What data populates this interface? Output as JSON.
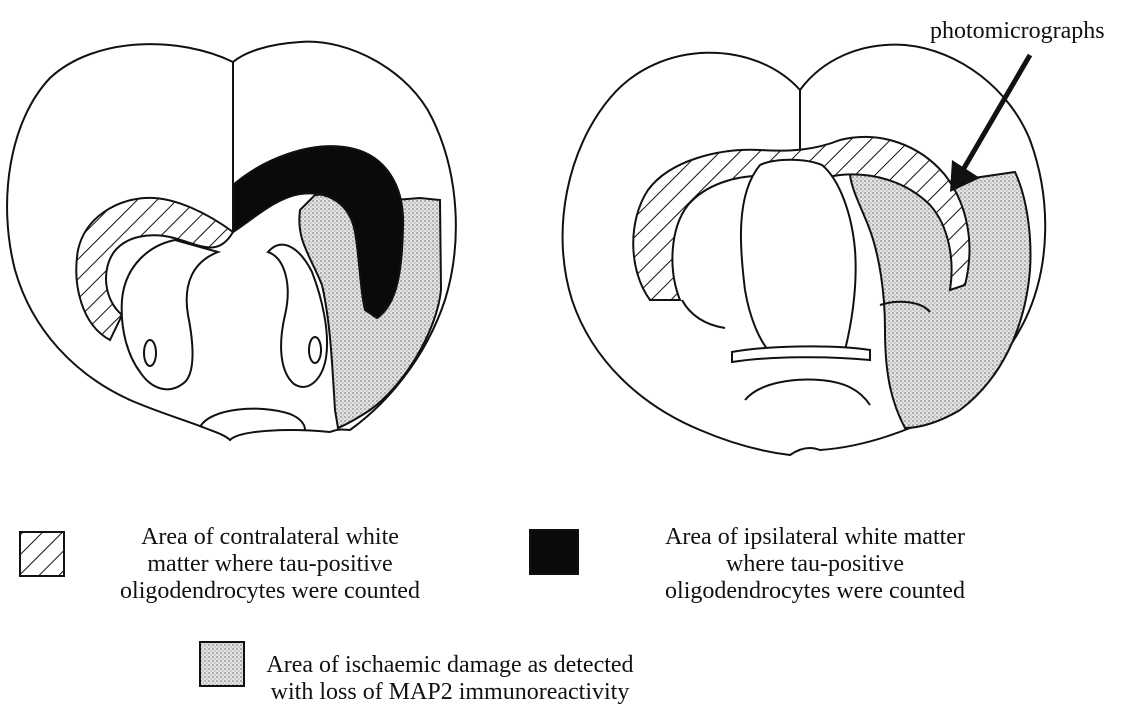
{
  "callout": {
    "label": "photomicrographs"
  },
  "legend": {
    "hatched": {
      "line1": "Area of contralateral white",
      "line2": "matter where tau-positive",
      "line3": "oligodendrocytes were counted"
    },
    "black": {
      "line1": "Area of ipsilateral white matter",
      "line2": "where tau-positive",
      "line3": "oligodendrocytes were counted"
    },
    "dotted": {
      "line1": "Area of ischaemic damage as detected",
      "line2": "with loss of MAP2 immunoreactivity"
    }
  },
  "colors": {
    "ink": "#111111",
    "black_region": "#0a0a0a",
    "stipple": "#cfcfcf",
    "background": "#ffffff"
  }
}
